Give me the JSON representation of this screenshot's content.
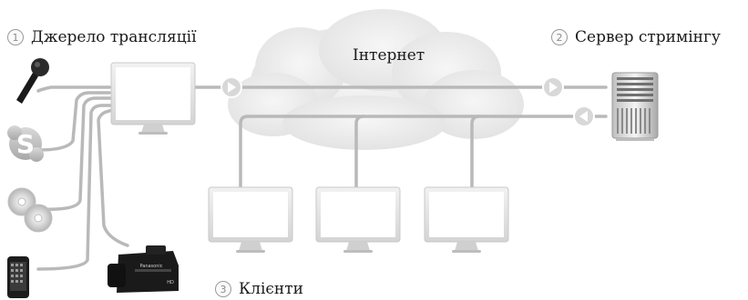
{
  "labels": {
    "source": {
      "number": "1",
      "text": "Джерело трансляції"
    },
    "server": {
      "number": "2",
      "text": "Сервер стримінгу"
    },
    "clients": {
      "number": "3",
      "text": "Клієнти"
    },
    "internet": "Інтернет"
  },
  "device_brand": "Panasonic",
  "device_model": "HD",
  "colors": {
    "line": "#b9b9b9",
    "cloud": "#ececec",
    "monitor_frame": "#e2e2e2",
    "monitor_screen": "#ffffff",
    "arrow_fill": "#d8d8d8"
  },
  "icons": [
    "microphone-icon",
    "skype-icon",
    "disc-icon",
    "phone-icon",
    "camcorder-icon",
    "server-icon",
    "monitor-icon"
  ]
}
